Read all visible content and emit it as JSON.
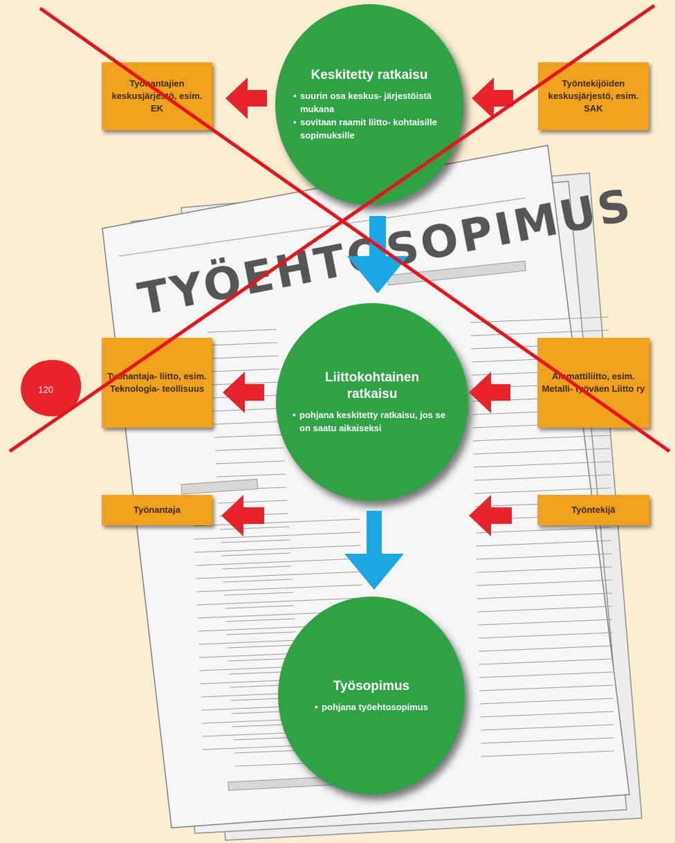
{
  "document_title": "TYÖEHTOSOPIMUS",
  "page_number": "120",
  "colors": {
    "background": "#fbeed3",
    "box": "#f0a21e",
    "circle": "#2fa246",
    "side_arrow": "#e8232c",
    "down_arrow": "#1ba6e4",
    "cross": "#e8141b"
  },
  "levels": [
    {
      "title": "Keskitetty ratkaisu",
      "bullets": [
        "suurin osa keskus- järjestöistä mukana",
        "sovitaan raamit liitto- kohtaisille sopimuksille"
      ],
      "left_box": "Työnantajien keskusjärjestö, esim. EK",
      "right_box": "Työntekijöiden keskusjärjestö, esim. SAK"
    },
    {
      "title": "Liittokohtainen ratkaisu",
      "bullets": [
        "pohjana keskitetty ratkaisu, jos se on saatu aikaiseksi"
      ],
      "left_box": "Työnantaja- liitto, esim. Teknologia- teollisuus",
      "right_box": "Ammattiliitto, esim. Metalli- työväen Liitto ry"
    },
    {
      "title": "Työsopimus",
      "bullets": [
        "pohjana työehtosopimus"
      ],
      "left_box": "Työnantaja",
      "right_box": "Työntekijä"
    }
  ]
}
